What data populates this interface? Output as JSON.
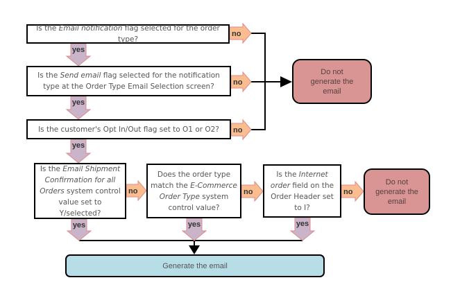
{
  "questions": {
    "q1": {
      "pre": "Is the ",
      "em": "Email notification",
      "post": " flag selected for the order type?"
    },
    "q2": {
      "pre": "Is the ",
      "em": "Send email",
      "post": " flag selected for the notification type at the Order Type Email Selection screen?"
    },
    "q3": {
      "text": "Is the customer's Opt In/Out flag set to O1 or O2?"
    },
    "q4": {
      "pre": "Is the ",
      "em": "Email Shipment Confirmation for all Orders",
      "post": " system control value set to Y/selected?"
    },
    "q5": {
      "pre": "Does the order type match the ",
      "em": "E-Commerce Order Type",
      "post": " system control value?"
    },
    "q6": {
      "pre": "Is the ",
      "em": "Internet order",
      "post": " field on the Order Header set to I?"
    }
  },
  "outcomes": {
    "no_email_1": "Do not generate the email",
    "no_email_2": "Do not generate the email",
    "generate": "Generate the email"
  },
  "labels": {
    "yes": "yes",
    "no": "no"
  },
  "colors": {
    "yes_arrow": "#c9b4c9",
    "no_arrow": "#f9bd8f",
    "arrow_border": "#e08a8a",
    "no_email_fill": "#d99494",
    "generate_fill": "#b7dde6"
  }
}
